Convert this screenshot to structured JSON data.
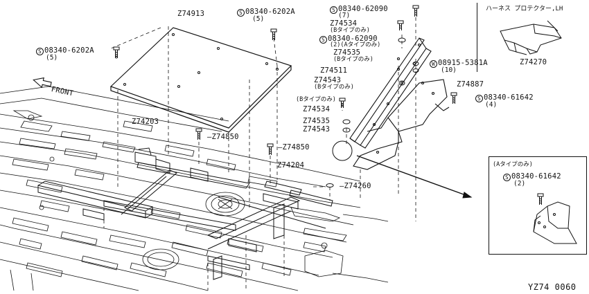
{
  "parts": {
    "z74913": "Z74913",
    "z74203": "Z74203",
    "z74850a": "Z74850",
    "z74850b": "Z74850",
    "z74204": "Z74204",
    "z74260": "Z74260",
    "z74534": "Z74534",
    "z74535": "Z74535",
    "z74511": "Z74511",
    "z74543": "Z74543",
    "z74887": "Z74887",
    "z74534b": "Z74534",
    "z74535b": "Z74535",
    "z74543b": "Z74543",
    "z74270": "Z74270"
  },
  "bolts": {
    "b1": {
      "num": "08340-6202A",
      "qty": "(5)",
      "badge": "S"
    },
    "b2": {
      "num": "08340-6202A",
      "qty": "(5)",
      "badge": "S"
    },
    "b3": {
      "num": "08340-62090",
      "qty": "(7)",
      "badge": "S"
    },
    "b4": {
      "num": "08340-62090",
      "qty": "(2)",
      "badge": "S"
    },
    "b5": {
      "num": "08915-5381A",
      "qty": "(10)",
      "badge": "W"
    },
    "b6": {
      "num": "08340-61642",
      "qty": "(4)",
      "badge": "S"
    },
    "b7": {
      "num": "08340-61642",
      "qty": "(2)",
      "badge": "S"
    }
  },
  "notes": {
    "b_type_only_1": "(Bタイプのみ)",
    "a_type_only_1": "(Aタイプのみ)",
    "b_type_only_2": "(Bタイプのみ)",
    "b_type_only_3": "(Bタイプのみ)",
    "b_type_only_box": "(Bタイプのみ)",
    "a_type_only_box": "(Aタイプのみ)"
  },
  "harness_title": "ハーネス プロテクター,LH",
  "front_label": "FRONT",
  "diagram_code": "YZ74  0060"
}
